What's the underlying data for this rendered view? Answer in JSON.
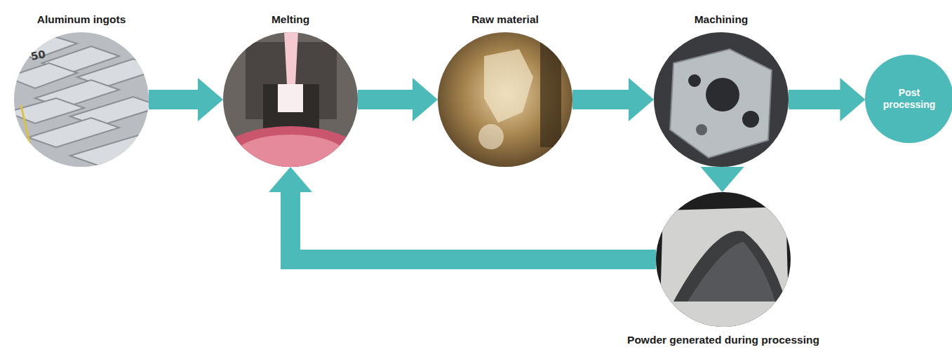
{
  "diagram": {
    "nodes": [
      {
        "text": [
          "Aluminum ingots"
        ]
      },
      {
        "text": [
          "Melting"
        ]
      },
      {
        "text": [
          "Raw material"
        ]
      },
      {
        "text": [
          "Machining"
        ]
      },
      {
        "text": [
          "Post processing"
        ]
      },
      {
        "text": [
          "Powder generated during processing"
        ]
      }
    ],
    "edges": [
      {
        "from": 0,
        "to": 1,
        "arrow": "to"
      },
      {
        "from": 1,
        "to": 2,
        "arrow": "to"
      },
      {
        "from": 2,
        "to": 3,
        "arrow": "to"
      },
      {
        "from": 3,
        "to": 4,
        "arrow": "to"
      },
      {
        "from": 3,
        "to": 5,
        "arrow": "to"
      },
      {
        "from": 5,
        "to": 1,
        "arrow": "to"
      }
    ],
    "labels": [
      "50"
    ]
  }
}
